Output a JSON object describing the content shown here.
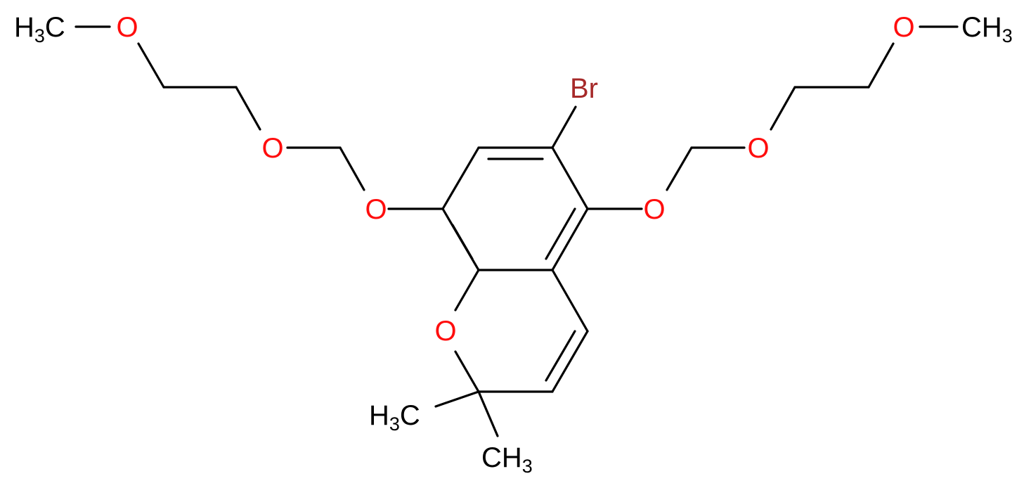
{
  "colors": {
    "bond": "#000000",
    "carbon_label": "#000000",
    "oxygen": "#ff0d0d",
    "bromine": "#a62929"
  },
  "atoms": {
    "ch3_top_left": {
      "element": "C",
      "main": "H",
      "subscript": "3",
      "tail": "C"
    },
    "o_top_left": {
      "element": "O",
      "text": "O"
    },
    "o_mid_left": {
      "element": "O",
      "text": "O"
    },
    "o_aryl_left": {
      "element": "O",
      "text": "O"
    },
    "br": {
      "element": "Br",
      "text": "Br"
    },
    "o_aryl_right": {
      "element": "O",
      "text": "O"
    },
    "o_mid_right": {
      "element": "O",
      "text": "O"
    },
    "o_top_right": {
      "element": "O",
      "text": "O"
    },
    "ch3_top_right": {
      "element": "C",
      "main": "CH",
      "subscript": "3"
    },
    "o_ring": {
      "element": "O",
      "text": "O"
    },
    "ch3_gem_left": {
      "element": "C",
      "main": "H",
      "subscript": "3",
      "tail": "C"
    },
    "ch3_gem_bottom": {
      "element": "C",
      "main": "CH",
      "subscript": "3"
    }
  }
}
